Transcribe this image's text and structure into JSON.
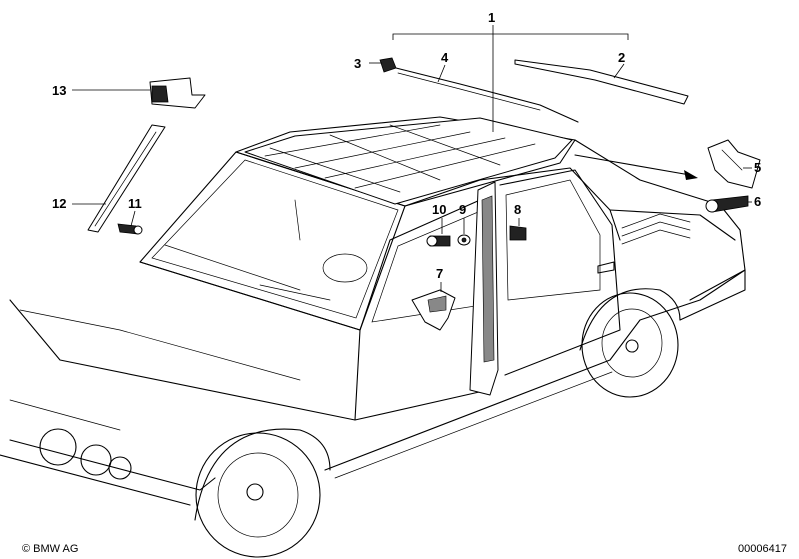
{
  "callouts": {
    "c1": "1",
    "c2": "2",
    "c3": "3",
    "c4": "4",
    "c5": "5",
    "c6": "6",
    "c7": "7",
    "c8": "8",
    "c9": "9",
    "c10": "10",
    "c11": "11",
    "c12": "12",
    "c13": "13"
  },
  "footer": {
    "copyright": "© BMW AG",
    "diagram_id": "00006417"
  }
}
